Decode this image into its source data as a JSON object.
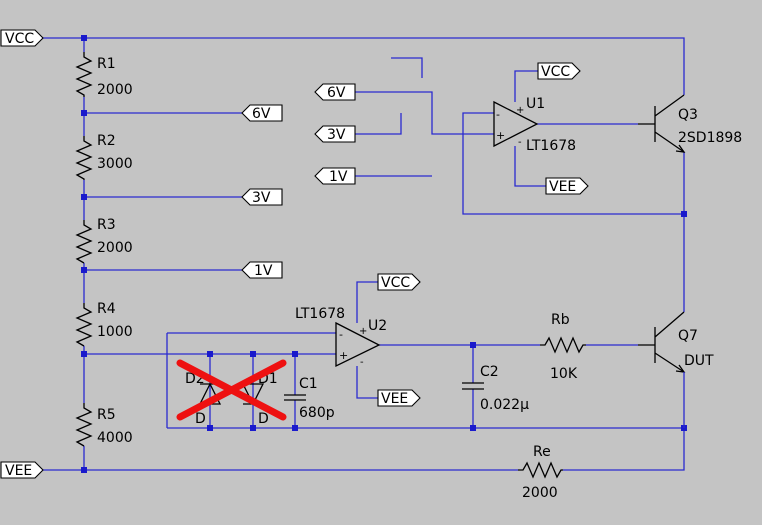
{
  "nets": {
    "vcc": "VCC",
    "vee": "VEE",
    "v6": "6V",
    "v3": "3V",
    "v1": "1V"
  },
  "resistors": {
    "R1": {
      "name": "R1",
      "value": "2000"
    },
    "R2": {
      "name": "R2",
      "value": "3000"
    },
    "R3": {
      "name": "R3",
      "value": "2000"
    },
    "R4": {
      "name": "R4",
      "value": "1000"
    },
    "R5": {
      "name": "R5",
      "value": "4000"
    },
    "Rb": {
      "name": "Rb",
      "value": "10K"
    },
    "Re": {
      "name": "Re",
      "value": "2000"
    }
  },
  "capacitors": {
    "C1": {
      "name": "C1",
      "value": "680p"
    },
    "C2": {
      "name": "C2",
      "value": "0.022µ"
    }
  },
  "opamps": {
    "U1": {
      "name": "U1",
      "model": "LT1678"
    },
    "U2": {
      "name": "U2",
      "model": "LT1678"
    }
  },
  "transistors": {
    "Q3": {
      "name": "Q3",
      "model": "2SD1898"
    },
    "Q7": {
      "name": "Q7",
      "model": "DUT"
    }
  },
  "diodes": {
    "D1": {
      "name": "D1",
      "model": "D"
    },
    "D2": {
      "name": "D2",
      "model": "D"
    }
  },
  "opamp_pins": {
    "plus": "+",
    "minus": "-"
  },
  "colors": {
    "background": "#c4c4c4",
    "wire": "#2a2acf",
    "junction": "#1a1acc",
    "cross": "#ee1111"
  }
}
